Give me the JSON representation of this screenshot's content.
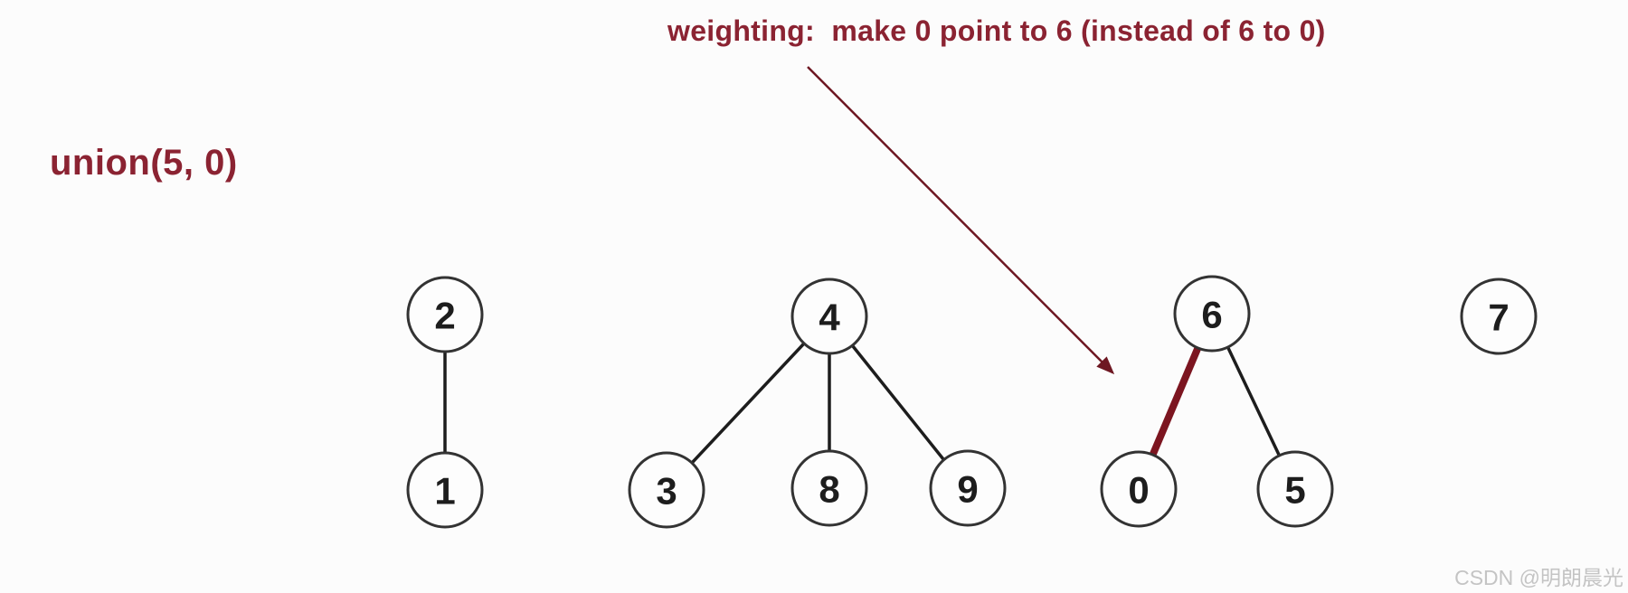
{
  "colors": {
    "background": "#fcfcfc",
    "accent": "#8b2332",
    "arrow": "#6e1722",
    "highlight_edge": "#7c1520",
    "edge": "#1d1d1d",
    "node_stroke": "#333333",
    "node_fill": "#fdfdfd",
    "label": "#1d1d1d",
    "watermark": "#c4c4c4"
  },
  "operation": {
    "label": "union(5, 0)"
  },
  "annotation": {
    "text": "weighting:  make 0 point to 6 (instead of 6 to 0)"
  },
  "watermark": {
    "text": "CSDN @明朗晨光"
  },
  "forest": {
    "trees": [
      {
        "name": "tree-rooted-at-2",
        "nodes": [
          {
            "label": "2"
          },
          {
            "label": "1"
          }
        ],
        "edges": [
          {
            "from": "2",
            "to": "1",
            "highlighted": false
          }
        ]
      },
      {
        "name": "tree-rooted-at-4",
        "nodes": [
          {
            "label": "4"
          },
          {
            "label": "3"
          },
          {
            "label": "8"
          },
          {
            "label": "9"
          }
        ],
        "edges": [
          {
            "from": "4",
            "to": "3",
            "highlighted": false
          },
          {
            "from": "4",
            "to": "8",
            "highlighted": false
          },
          {
            "from": "4",
            "to": "9",
            "highlighted": false
          }
        ]
      },
      {
        "name": "tree-rooted-at-6",
        "nodes": [
          {
            "label": "6"
          },
          {
            "label": "0"
          },
          {
            "label": "5"
          }
        ],
        "edges": [
          {
            "from": "6",
            "to": "0",
            "highlighted": true
          },
          {
            "from": "6",
            "to": "5",
            "highlighted": false
          }
        ]
      },
      {
        "name": "tree-rooted-at-7",
        "nodes": [
          {
            "label": "7"
          }
        ],
        "edges": []
      }
    ]
  }
}
